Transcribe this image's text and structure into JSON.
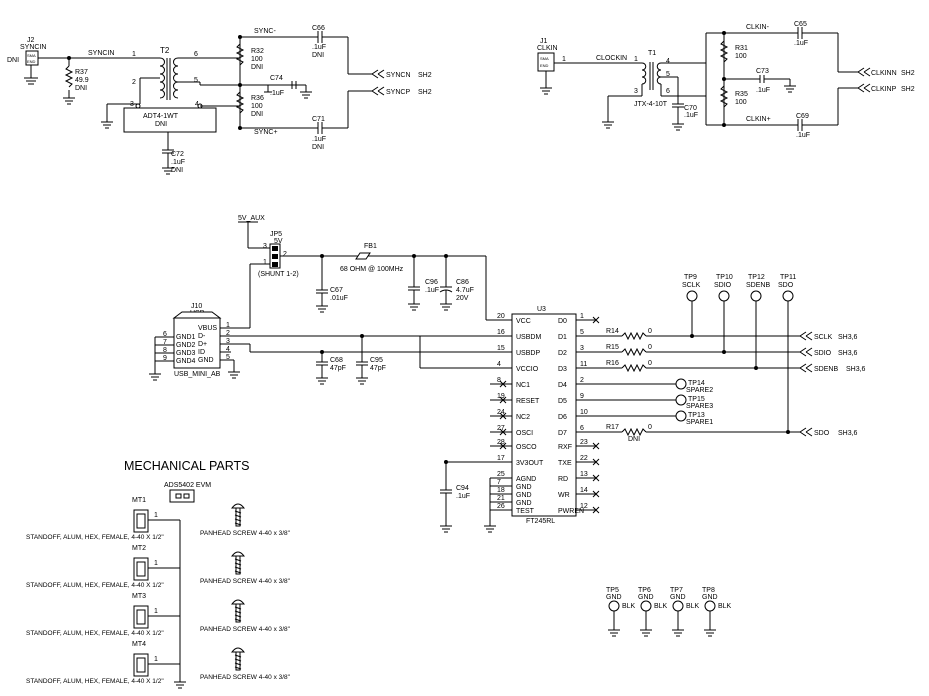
{
  "schematic": {
    "j2": {
      "ref": "J2",
      "name": "SYNCIN",
      "dni": "DNI",
      "pins": [
        "SMA",
        "END"
      ]
    },
    "syncin_net": "SYNCIN",
    "r37": {
      "ref": "R37",
      "value": "49.9",
      "dni": "DNI"
    },
    "t2": {
      "ref": "T2",
      "part": "ADT4-1WT",
      "dni": "DNI",
      "pins": [
        "1",
        "2",
        "3",
        "4",
        "5",
        "6"
      ]
    },
    "r32": {
      "ref": "R32",
      "value": "100",
      "dni": "DNI"
    },
    "r36": {
      "ref": "R36",
      "value": "100",
      "dni": "DNI"
    },
    "c66": {
      "ref": "C66",
      "value": ".1uF",
      "dni": "DNI"
    },
    "c74": {
      "ref": "C74",
      "value": ".1uF"
    },
    "c71": {
      "ref": "C71",
      "value": ".1uF",
      "dni": "DNI"
    },
    "c72": {
      "ref": "C72",
      "value": ".1uF",
      "dni": "DNI"
    },
    "sync_minus": "SYNC-",
    "sync_plus": "SYNC+",
    "syncn": {
      "net": "SYNCN",
      "sheet": "SH2"
    },
    "syncp": {
      "net": "SYNCP",
      "sheet": "SH2"
    },
    "j1": {
      "ref": "J1",
      "name": "CLKIN",
      "pins": [
        "SMA",
        "END"
      ],
      "pin": "1"
    },
    "clockin_net": "CLOCKIN",
    "t1": {
      "ref": "T1",
      "part": "JTX-4-10T",
      "pins": [
        "1",
        "3",
        "4",
        "5",
        "6"
      ]
    },
    "r31": {
      "ref": "R31",
      "value": "100"
    },
    "r35": {
      "ref": "R35",
      "value": "100"
    },
    "c65": {
      "ref": "C65",
      "value": ".1uF"
    },
    "c73": {
      "ref": "C73",
      "value": ".1uF"
    },
    "c69": {
      "ref": "C69",
      "value": ".1uF"
    },
    "c70": {
      "ref": "C70",
      "value": ".1uF"
    },
    "clkin_minus": "CLKIN-",
    "clkin_plus": "CLKIN+",
    "clkinn": {
      "net": "CLKINN",
      "sheet": "SH2"
    },
    "clkinp": {
      "net": "CLKINP",
      "sheet": "SH2"
    },
    "aux": "5V_AUX",
    "jp5": {
      "ref": "JP5",
      "value": "5V",
      "shunt": "(SHUNT 1-2)",
      "pins": [
        "3",
        "2",
        "1"
      ]
    },
    "fb1": {
      "ref": "FB1",
      "value": "68 OHM @ 100MHz"
    },
    "c67": {
      "ref": "C67",
      "value": ".01uF"
    },
    "c96": {
      "ref": "C96",
      "value": ".1uF"
    },
    "c86": {
      "ref": "C86",
      "value": "4.7uF",
      "voltage": "20V"
    },
    "c68": {
      "ref": "C68",
      "value": "47pF"
    },
    "c95": {
      "ref": "C95",
      "value": "47pF"
    },
    "c94": {
      "ref": "C94",
      "value": ".1uF"
    },
    "j10": {
      "ref": "J10",
      "name": "USB",
      "part": "USB_MINI_AB",
      "left_pins": [
        {
          "num": "6",
          "name": "GND1"
        },
        {
          "num": "7",
          "name": "GND2"
        },
        {
          "num": "8",
          "name": "GND3"
        },
        {
          "num": "9",
          "name": "GND4"
        }
      ],
      "right_pins": [
        {
          "num": "1",
          "name": "VBUS"
        },
        {
          "num": "2",
          "name": "D-"
        },
        {
          "num": "3",
          "name": "D+"
        },
        {
          "num": "4",
          "name": "ID"
        },
        {
          "num": "5",
          "name": "GND"
        }
      ]
    },
    "u3": {
      "ref": "U3",
      "part": "FT245RL",
      "left_pins": [
        {
          "num": "20",
          "name": "VCC"
        },
        {
          "num": "16",
          "name": "USBDM"
        },
        {
          "num": "15",
          "name": "USBDP"
        },
        {
          "num": "4",
          "name": "VCCIO"
        },
        {
          "num": "8",
          "name": "NC1"
        },
        {
          "num": "19",
          "name": "RESET"
        },
        {
          "num": "24",
          "name": "NC2"
        },
        {
          "num": "27",
          "name": "OSCI"
        },
        {
          "num": "28",
          "name": "OSCO"
        },
        {
          "num": "17",
          "name": "3V3OUT"
        },
        {
          "num": "25",
          "name": "AGND"
        },
        {
          "num": "7",
          "name": "GND"
        },
        {
          "num": "18",
          "name": "GND"
        },
        {
          "num": "21",
          "name": "GND"
        },
        {
          "num": "26",
          "name": "TEST"
        }
      ],
      "right_pins": [
        {
          "num": "1",
          "name": "D0"
        },
        {
          "num": "5",
          "name": "D1"
        },
        {
          "num": "3",
          "name": "D2"
        },
        {
          "num": "11",
          "name": "D3"
        },
        {
          "num": "2",
          "name": "D4"
        },
        {
          "num": "9",
          "name": "D5"
        },
        {
          "num": "10",
          "name": "D6"
        },
        {
          "num": "6",
          "name": "D7"
        },
        {
          "num": "23",
          "name": "RXF"
        },
        {
          "num": "22",
          "name": "TXE"
        },
        {
          "num": "13",
          "name": "RD"
        },
        {
          "num": "14",
          "name": "WR"
        },
        {
          "num": "12",
          "name": "PWREN"
        }
      ]
    },
    "r14": {
      "ref": "R14",
      "value": "0"
    },
    "r15": {
      "ref": "R15",
      "value": "0"
    },
    "r16": {
      "ref": "R16",
      "value": "0"
    },
    "r17": {
      "ref": "R17",
      "value": "0",
      "dni": "DNI"
    },
    "tps_top": [
      {
        "ref": "TP9",
        "name": "SCLK"
      },
      {
        "ref": "TP10",
        "name": "SDIO"
      },
      {
        "ref": "TP12",
        "name": "SDENB"
      },
      {
        "ref": "TP11",
        "name": "SDO"
      }
    ],
    "ports": [
      {
        "net": "SCLK",
        "sheet": "SH3,6"
      },
      {
        "net": "SDIO",
        "sheet": "SH3,6"
      },
      {
        "net": "SDENB",
        "sheet": "SH3,6"
      },
      {
        "net": "SDO",
        "sheet": "SH3,6"
      }
    ],
    "spares": [
      {
        "ref": "TP14",
        "name": "SPARE2"
      },
      {
        "ref": "TP15",
        "name": "SPARE3"
      },
      {
        "ref": "TP13",
        "name": "SPARE1"
      }
    ],
    "gnd_tps": [
      {
        "ref": "TP5",
        "label": "GND",
        "color": "BLK"
      },
      {
        "ref": "TP6",
        "label": "GND",
        "color": "BLK"
      },
      {
        "ref": "TP7",
        "label": "GND",
        "color": "BLK"
      },
      {
        "ref": "TP8",
        "label": "GND",
        "color": "BLK"
      }
    ],
    "mech_title": "MECHANICAL PARTS",
    "evm_label": "ADS5402 EVM",
    "mounts": [
      {
        "ref": "MT1",
        "pin": "1",
        "desc": "STANDOFF, ALUM, HEX, FEMALE, 4-40 X 1/2\"",
        "screw": "PANHEAD SCREW 4-40 x 3/8\""
      },
      {
        "ref": "MT2",
        "pin": "1",
        "desc": "STANDOFF, ALUM, HEX, FEMALE, 4-40 X 1/2\"",
        "screw": "PANHEAD SCREW 4-40 x 3/8\""
      },
      {
        "ref": "MT3",
        "pin": "1",
        "desc": "STANDOFF, ALUM, HEX, FEMALE, 4-40 X 1/2\"",
        "screw": "PANHEAD SCREW 4-40 x 3/8\""
      },
      {
        "ref": "MT4",
        "pin": "1",
        "desc": "STANDOFF, ALUM, HEX, FEMALE, 4-40 X 1/2\"",
        "screw": "PANHEAD SCREW 4-40 x 3/8\""
      }
    ]
  }
}
